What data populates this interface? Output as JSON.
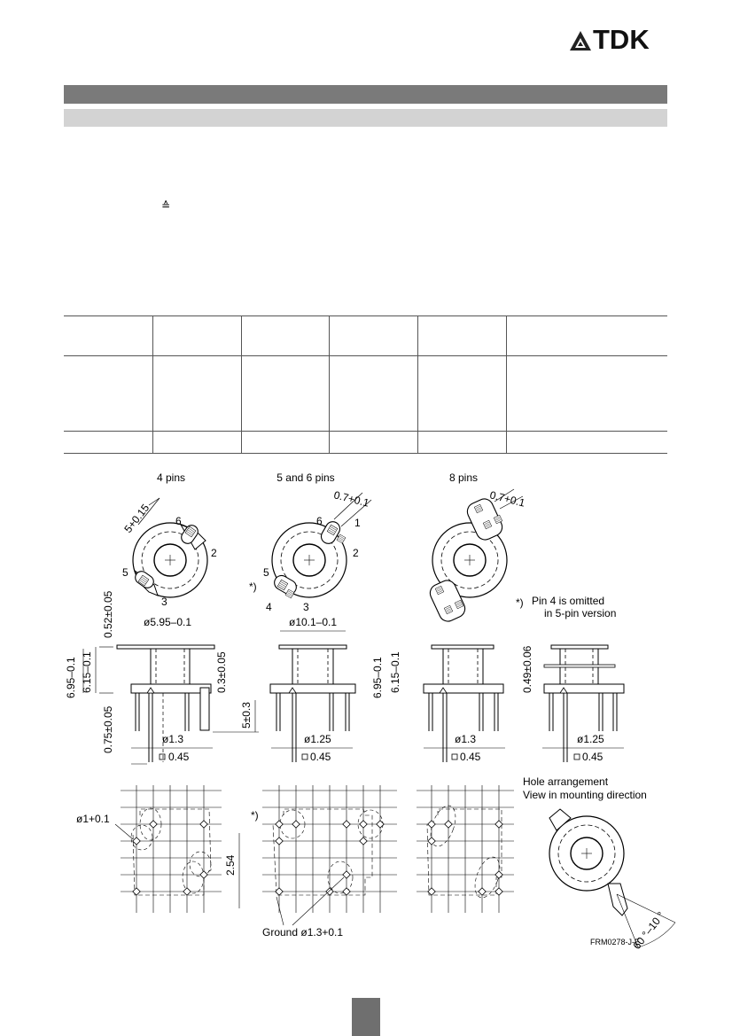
{
  "brand": {
    "name": "TDK"
  },
  "symbol": "≙",
  "drawing": {
    "titles": {
      "four_pins": "4 pins",
      "five_six_pins": "5 and 6 pins",
      "eight_pins": "8 pins"
    },
    "dims": {
      "d1": "5+0.15",
      "d2": "0.7+0.1",
      "d3": "0.7+0.1",
      "d4": "0.52±0.05",
      "d5": "ø5.95–0.1",
      "d6": "ø10.1–0.1",
      "d7": "6.95–0.1",
      "d8": "6.15–0.1",
      "d9": "0.3±0.05",
      "d10": "5±0.3",
      "d11": "0.75±0.05",
      "d12": "6.95–0.1",
      "d13": "6.15–0.1",
      "d14": "0.49±0.06",
      "d15": "ø1.3",
      "d16": "0.45",
      "d17": "ø1.25",
      "d18": "0.45",
      "d19": "ø1.3",
      "d20": "0.45",
      "d21": "ø1.25",
      "d22": "0.45",
      "d23": "ø1+0.1",
      "d24": "2.54",
      "ground": "Ground ø1.3+0.1",
      "angle": "60 °–10 °"
    },
    "pins": {
      "a6": "6",
      "a2": "2",
      "a5": "5",
      "a3": "3",
      "b6": "6",
      "b1": "1",
      "b2": "2",
      "b5": "5",
      "b4": "4",
      "b3": "3"
    },
    "note_mark": "*)",
    "note_mark_2": "*)",
    "note_mark_3": "*)",
    "note_line1": "Pin 4 is omitted",
    "note_line2": "in 5-pin version",
    "hole_line1": "Hole arrangement",
    "hole_line2": "View in mounting direction",
    "figure_code": "FRM0278-J-E"
  }
}
